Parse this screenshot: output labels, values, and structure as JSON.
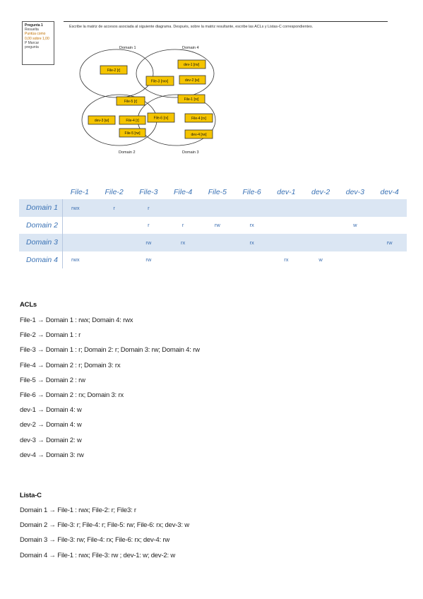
{
  "question": {
    "title": "Pregunta 1",
    "lines": [
      "Resuelta",
      "Puntúa como",
      "0,00 sobre 1,00",
      "P Marcar",
      "pregunta"
    ]
  },
  "intro_text": "Escribe la matriz de accesos asociada al siguiente diagrama. Después, sobre la matriz resultante, escribe las ACLs y Listas-C correspondientes.",
  "diagram": {
    "domain_labels": [
      "Domain 1",
      "Domain 4",
      "Domain 2",
      "Domain 3"
    ],
    "boxes": [
      "File-2 [r]",
      "dev-1 [rw]",
      "File-3 [rwx]",
      "dev-2 [w]",
      "File-5 [r]",
      "File-1 [rx]",
      "dev-3 [w]",
      "File-4 [r]",
      "File-6 [rx]",
      "File-4 [rx]",
      "File-5 [rw]",
      "dev-4 [rw]"
    ]
  },
  "matrix": {
    "columns": [
      "File-1",
      "File-2",
      "File-3",
      "File-4",
      "File-5",
      "File-6",
      "dev-1",
      "dev-2",
      "dev-3",
      "dev-4"
    ],
    "rows": [
      {
        "domain": "Domain 1",
        "cells": [
          "rwx",
          "r",
          "r",
          "",
          "",
          "",
          "",
          "",
          "",
          ""
        ]
      },
      {
        "domain": "Domain 2",
        "cells": [
          "",
          "",
          "r",
          "r",
          "rw",
          "rx",
          "",
          "",
          "w",
          ""
        ]
      },
      {
        "domain": "Domain 3",
        "cells": [
          "",
          "",
          "rw",
          "rx",
          "",
          "rx",
          "",
          "",
          "",
          "rw"
        ]
      },
      {
        "domain": "Domain 4",
        "cells": [
          "rwx",
          "",
          "rw",
          "",
          "",
          "",
          "rx",
          "w",
          "",
          ""
        ]
      }
    ]
  },
  "acls": {
    "title": "ACLs",
    "lines": [
      "File-1 → Domain 1 : rwx; Domain 4: rwx",
      "File-2 → Domain 1 : r",
      "File-3 → Domain 1 : r; Domain 2: r; Domain 3: rw; Domain 4: rw",
      "File-4 → Domain 2 : r; Domain 3: rx",
      "File-5 → Domain 2 : rw",
      "File-6 → Domain 2 : rx; Domain 3: rx",
      "dev-1 → Domain 4: w",
      "dev-2 → Domain 4: w",
      "dev-3 → Domain 2: w",
      "dev-4 → Domain 3: rw"
    ]
  },
  "listac": {
    "title": "Lista-C",
    "lines": [
      "Domain 1 → File-1 : rwx; File-2: r; File3: r",
      "Domain 2 → File-3: r; File-4: r; File-5: rw; File-6: rx; dev-3: w",
      "Domain 3 → File-3: rw; File-4: rx; File-6: rx; dev-4: rw",
      "Domain 4 → File-1 : rwx; File-3: rw ; dev-1: w; dev-2: w"
    ]
  }
}
